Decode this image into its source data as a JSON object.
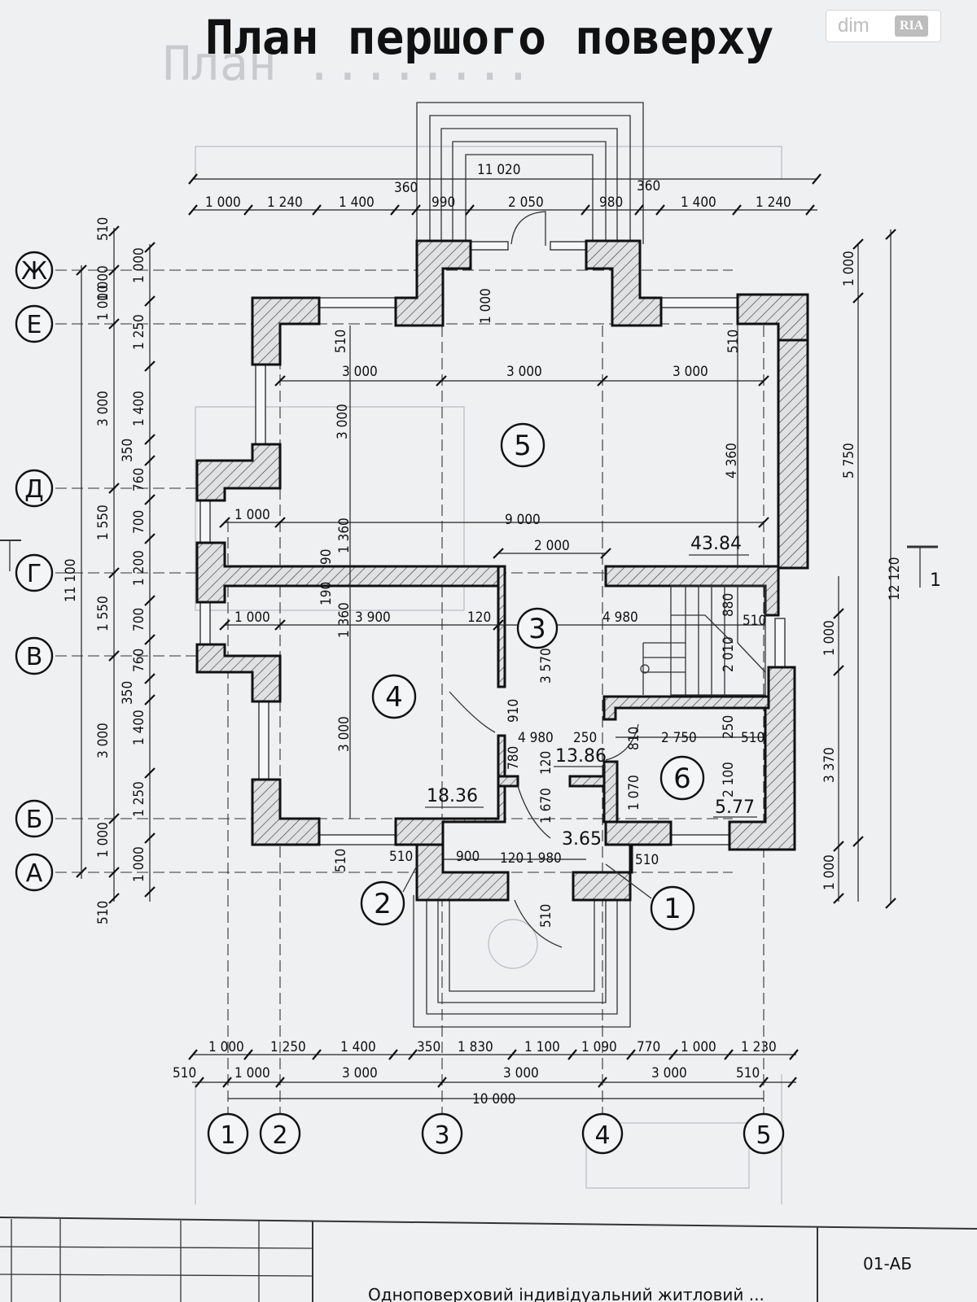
{
  "title": "План першого поверху",
  "logo": {
    "text": "dim",
    "badge": "RIA"
  },
  "sheet_code": "01-АБ",
  "footer_text": "Одноповерховий індивідуальний житловий ...",
  "section_mark": "1",
  "axes": {
    "rows": [
      "Ж",
      "Е",
      "Д",
      "Г",
      "В",
      "Б",
      "А"
    ],
    "cols": [
      "1",
      "2",
      "3",
      "4",
      "5"
    ]
  },
  "rooms": [
    "5",
    "4",
    "3",
    "6",
    "2",
    "1"
  ],
  "areas": [
    "43.84",
    "18.36",
    "13.86",
    "5.77",
    "3.65"
  ],
  "dims": {
    "top": [
      "11 020",
      "360",
      "360",
      "1 000",
      "1 240",
      "1 400",
      "990",
      "2 050",
      "980",
      "1 400",
      "1 240"
    ],
    "bottom": [
      "1 000",
      "1 250",
      "1 400",
      "350",
      "1 830",
      "1 100",
      "1 090",
      "770",
      "1 000",
      "1 230",
      "510",
      "1 000",
      "3 000",
      "3 000",
      "3 000",
      "510",
      "10 000"
    ],
    "left": [
      "510",
      "1 000",
      "1 000",
      "1 250",
      "3 000",
      "1 400",
      "350",
      "760",
      "1 550",
      "700",
      "11 100",
      "1 200",
      "1 550",
      "700",
      "760",
      "350",
      "3 000",
      "1 400",
      "1 250",
      "1 000",
      "1 000",
      "1 000",
      "510"
    ],
    "right": [
      "1 000",
      "5 750",
      "12 120",
      "1 000",
      "3 370",
      "1 000"
    ],
    "inner": [
      "3 000",
      "3 000",
      "3 000",
      "510",
      "510",
      "3 000",
      "4 360",
      "1 000",
      "9 000",
      "1 360",
      "2 000",
      "190",
      "90",
      "1 000",
      "3 900",
      "120",
      "4 980",
      "880",
      "510",
      "1 360",
      "3 570",
      "2 010",
      "910",
      "4 980",
      "250",
      "2 750",
      "810",
      "250",
      "510",
      "3 000",
      "780",
      "120",
      "1 670",
      "1 070",
      "2 100",
      "510",
      "900",
      "120",
      "1 980",
      "510",
      "510",
      "510",
      "1 000"
    ]
  }
}
